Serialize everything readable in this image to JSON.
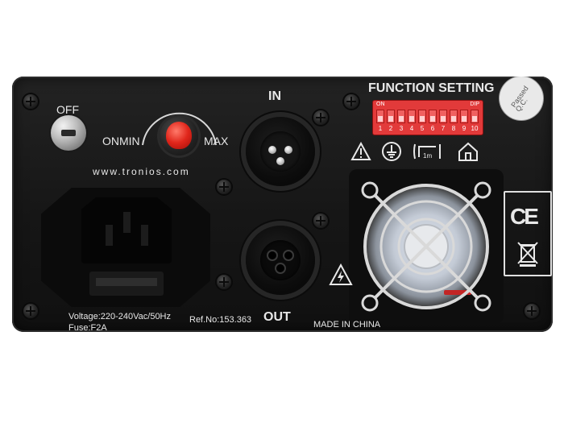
{
  "labels": {
    "off": "OFF",
    "on": "ON",
    "min": "MIN",
    "max": "MAX",
    "website": "www.tronios.com",
    "input": "IN",
    "output": "OUT",
    "function_setting": "FUNCTION SETTING",
    "voltage": "Voltage:220-240Vac/50Hz",
    "fuse": "Fuse:F2A",
    "ref_no": "Ref.No:153.363",
    "made_in": "MADE IN CHINA",
    "ce_mark": "CE"
  },
  "dip_switch": {
    "on_label": "ON",
    "tag": "DIP",
    "positions": [
      "1",
      "2",
      "3",
      "4",
      "5",
      "6",
      "7",
      "8",
      "9",
      "10"
    ]
  },
  "sticker": {
    "text": "Passed",
    "qc": "Q.C."
  },
  "warning_icons": [
    "warning-triangle-icon",
    "ground-icon",
    "distance-1m-icon",
    "indoor-use-icon"
  ],
  "distance_label": "1m",
  "colors": {
    "panel": "#161616",
    "dip_switch": "#e23a3a",
    "knob": "#e0261b",
    "text": "#e8e8e8",
    "background": "#ffffff"
  }
}
